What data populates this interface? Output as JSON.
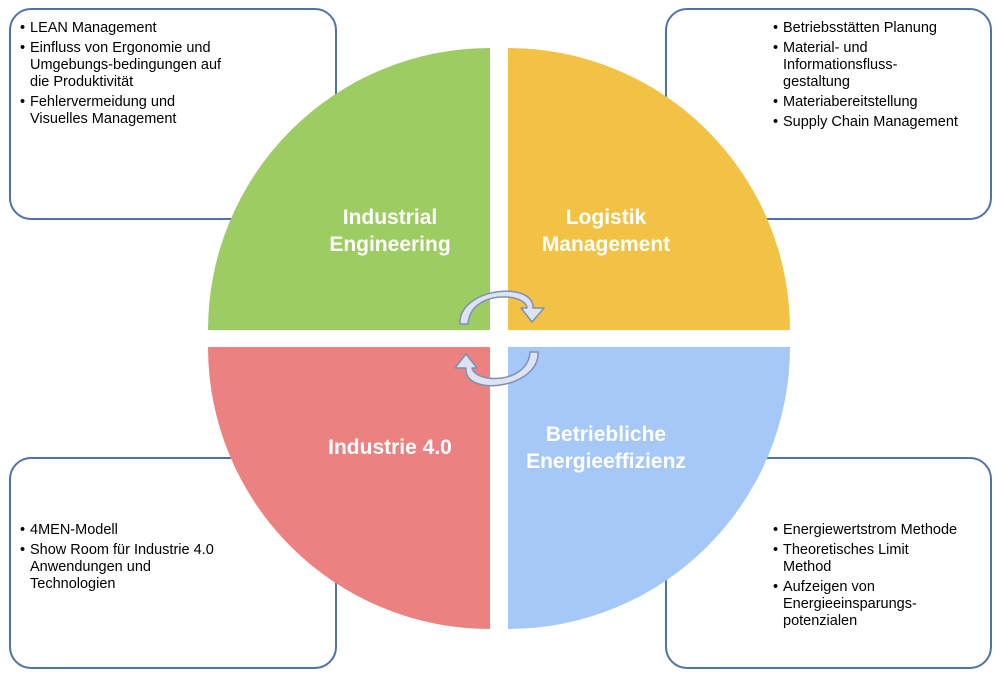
{
  "boxes": {
    "top_left": [
      "LEAN Management",
      "Einfluss von Ergonomie und Umgebungs-bedingungen auf die Produktivität",
      "Fehlervermeidung und Visuelles Management"
    ],
    "top_right": [
      "Betriebsstätten Planung",
      "Material- und Informationsfluss-gestaltung",
      "Materiabereitstellung",
      "Supply Chain Management"
    ],
    "bottom_left": [
      "4MEN-Modell",
      "Show Room für Industrie 4.0 Anwendungen und Technologien"
    ],
    "bottom_right": [
      "Energiewertstrom Methode",
      "Theoretisches Limit Method",
      "Aufzeigen von Energieeinsparungs-potenzialen"
    ]
  },
  "quadrants": {
    "ie": {
      "line1": "Industrial",
      "line2": "Engineering",
      "color": "#9dcc63"
    },
    "lm": {
      "line1": "Logistik",
      "line2": "Management",
      "color": "#f2c244"
    },
    "i4": {
      "line1": "Industrie 4.0",
      "color": "#ec8181"
    },
    "be": {
      "line1": "Betriebliche",
      "line2": "Energieeffizienz",
      "color": "#a5c8f7"
    }
  },
  "colors": {
    "box_border": "#4f73a6",
    "arrow_fill": "#dde3f0",
    "arrow_stroke": "#7f8fb5"
  }
}
